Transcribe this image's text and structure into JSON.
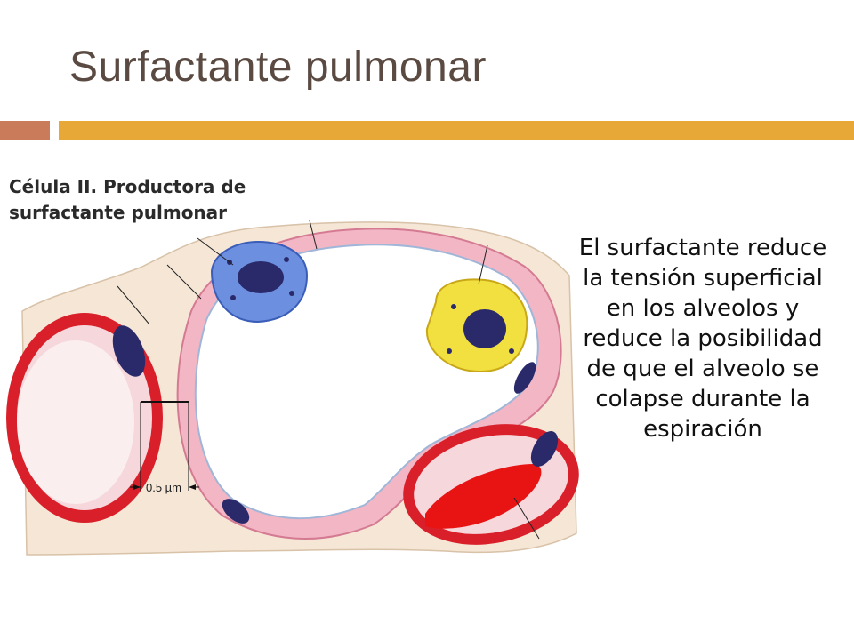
{
  "slide": {
    "title": "Surfactante pulmonar",
    "caption_line1": "Célula II. Productora de",
    "caption_line2": "surfactante pulmonar",
    "body_text": "El surfactante reduce la tensión superficial en los alveolos y reduce la posibilidad de que el alveolo se colapse durante la espiración"
  },
  "diagram": {
    "scale_label": "0.5 µm"
  },
  "colors": {
    "title": "#5a4a42",
    "accent_bar_left": "#c97b5a",
    "accent_bar_right": "#e8a838",
    "tissue_pink": "#f2b6c4",
    "type2_cell_blue": "#6d8fe0",
    "macrophage_yellow": "#f2e040",
    "capillary_red": "#d9202a"
  }
}
